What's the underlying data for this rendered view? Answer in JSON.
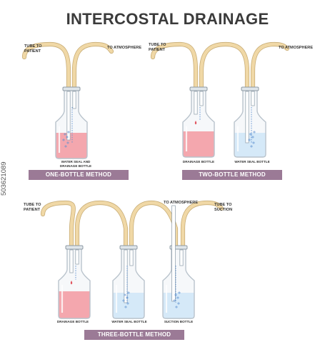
{
  "title": "INTERCOSTAL DRAINAGE",
  "colors": {
    "title": "#3b3b3b",
    "tube_fill": "#f0d8a6",
    "tube_edge": "#c9ae78",
    "band": "#9b7a96",
    "drainage_fluid": "#f4a7ae",
    "water_seal_fluid": "#d5e9f8",
    "bubbles": "#5b8fd0",
    "blood_drop": "#e0555f",
    "bottle_outline": "#b9c3cc",
    "cap_band": "#8e9aa4"
  },
  "one_bottle": {
    "tube_to_patient": "TUBE TO\nPATIENT",
    "to_atmosphere": "TO ATMOSPHERE",
    "bottle_caption": "WATER SEAL AND\nDRAINAGE BOTTLE",
    "method": "ONE-BOTTLE METHOD"
  },
  "two_bottle": {
    "tube_to_patient": "TUBE TO\nPATIENT",
    "to_atmosphere": "TO ATMOSPHERE",
    "drainage_caption": "DRAINAGE BOTTLE",
    "water_seal_caption": "WATER SEAL BOTTLE",
    "method": "TWO-BOTTLE METHOD"
  },
  "three_bottle": {
    "tube_to_patient": "TUBE TO\nPATIENT",
    "to_atmosphere": "TO ATMOSPHERE",
    "to_suction": "TUBE TO\nSUCTION",
    "drainage_caption": "DRAINAGE BOTTLE",
    "water_seal_caption": "WATER SEAL BOTTLE",
    "suction_caption": "SUCTION BOTTLE",
    "method": "THREE-BOTTLE METHOD"
  },
  "watermark_id": "503621089"
}
